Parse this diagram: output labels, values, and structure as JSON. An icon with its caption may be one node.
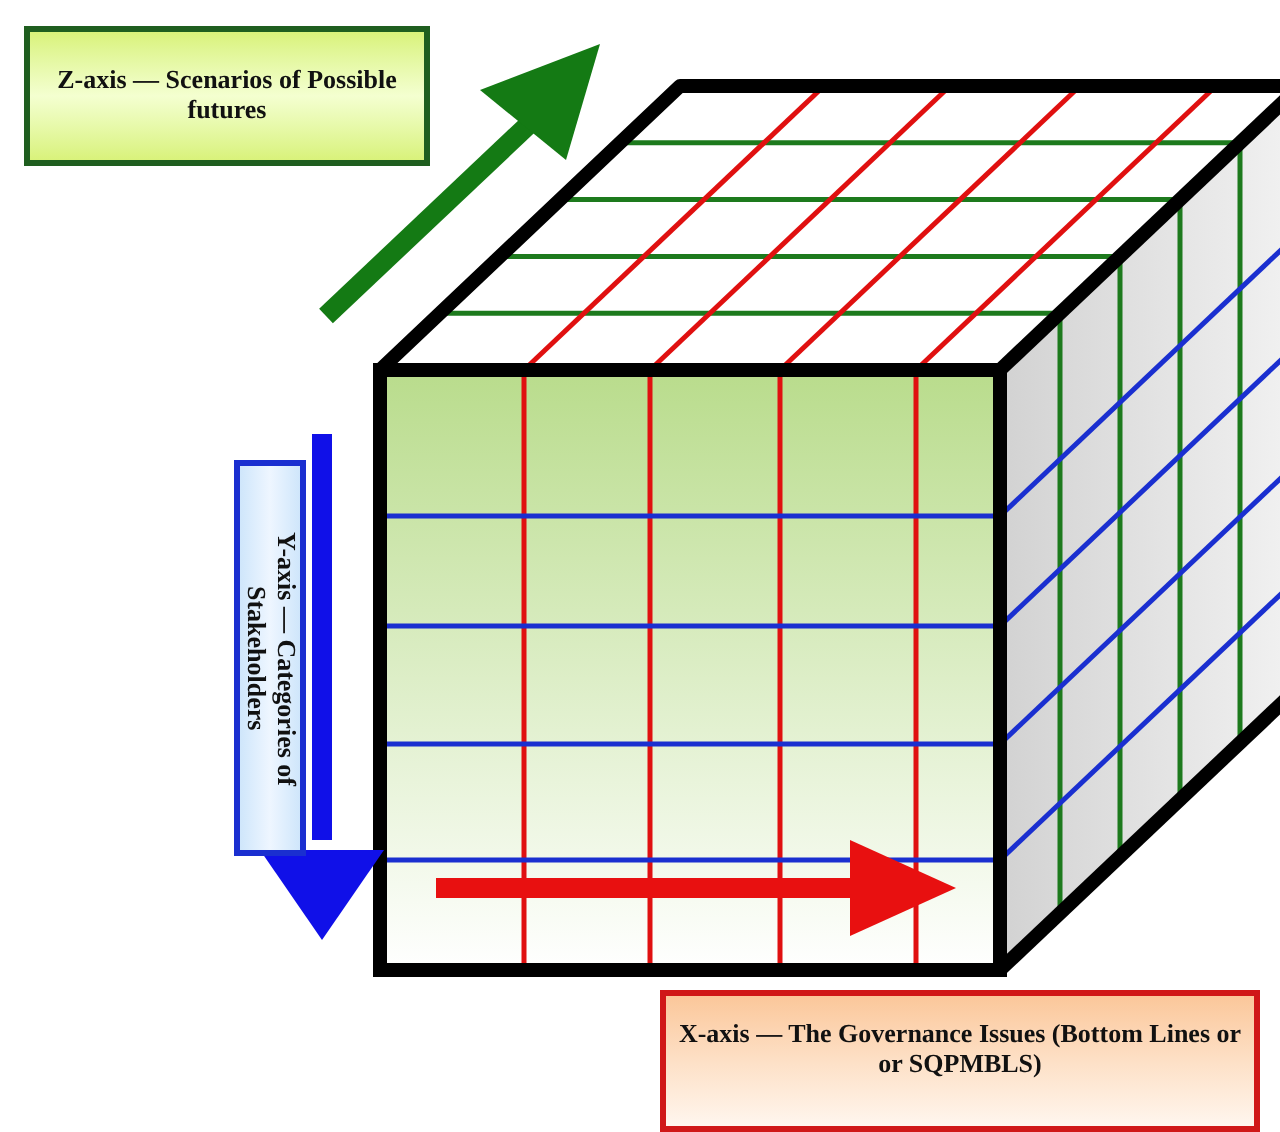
{
  "diagram": {
    "nodes": [
      {
        "text": [
          "Z-axis — Scenarios of Possible futures"
        ]
      },
      {
        "text": [
          "Y-axis — Categories of Stakeholders"
        ]
      },
      {
        "text": [
          "X-axis — The Governance Issues (Bottom Lines or or SQPMBLS)"
        ]
      }
    ]
  }
}
